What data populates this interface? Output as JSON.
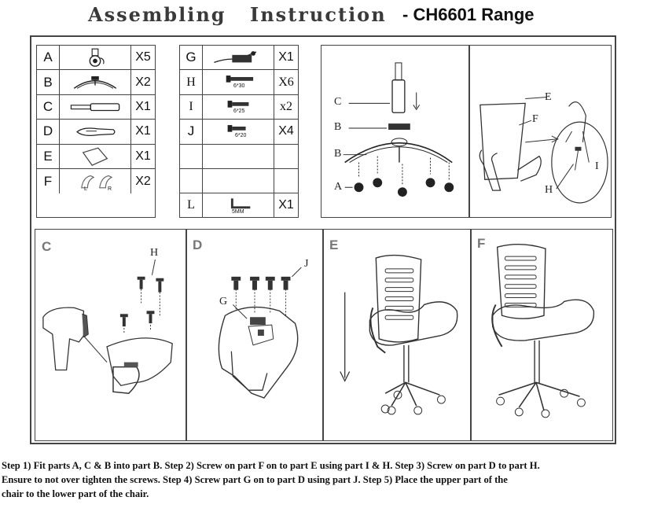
{
  "title": {
    "part1": "Assembling",
    "part2": "Instruction",
    "model": "- CH6601 Range"
  },
  "parts_left": [
    {
      "letter": "A",
      "qty": "X5",
      "icon": "caster-wheel-icon"
    },
    {
      "letter": "B",
      "qty": "X2",
      "icon": "base-star-icon"
    },
    {
      "letter": "C",
      "qty": "X1",
      "icon": "gas-lift-icon"
    },
    {
      "letter": "D",
      "qty": "X1",
      "icon": "seat-plate-icon"
    },
    {
      "letter": "E",
      "qty": "X1",
      "icon": "seat-cushion-icon"
    },
    {
      "letter": "F",
      "qty": "X2",
      "icon": "armrest-icon",
      "sub_left": "L",
      "sub_right": "R"
    }
  ],
  "parts_right": [
    {
      "letter": "G",
      "qty": "X1",
      "icon": "mechanism-icon"
    },
    {
      "letter": "H",
      "qty": "X6",
      "icon": "screw-icon",
      "size": "6*30"
    },
    {
      "letter": "I",
      "qty": "x2",
      "icon": "screw-icon",
      "size": "6*25"
    },
    {
      "letter": "J",
      "qty": "X4",
      "icon": "screw-icon",
      "size": "6*20"
    },
    {
      "letter": "",
      "qty": "",
      "icon": ""
    },
    {
      "letter": "",
      "qty": "",
      "icon": ""
    },
    {
      "letter": "L",
      "qty": "X1",
      "icon": "allen-key-icon",
      "size": "5MM"
    }
  ],
  "panels": {
    "p1": {
      "labels": [
        "C",
        "B",
        "B",
        "A"
      ]
    },
    "p2": {
      "labels": [
        "E",
        "F",
        "I",
        "H"
      ]
    },
    "pc": {
      "letter": "C",
      "labels": [
        "H"
      ]
    },
    "pd": {
      "letter": "D",
      "labels": [
        "J",
        "G"
      ]
    },
    "pe": {
      "letter": "E"
    },
    "pf": {
      "letter": "F"
    }
  },
  "steps": [
    "Step 1) Fit parts A, C & B into part B. Step 2) Screw on part F on to part E using part I & H. Step 3) Screw on part D to part H.",
    "Ensure to not over tighten the screws.  Step 4) Screw part G on to part D using part J.  Step 5) Place the upper part of the",
    " chair to the lower part of the chair."
  ]
}
